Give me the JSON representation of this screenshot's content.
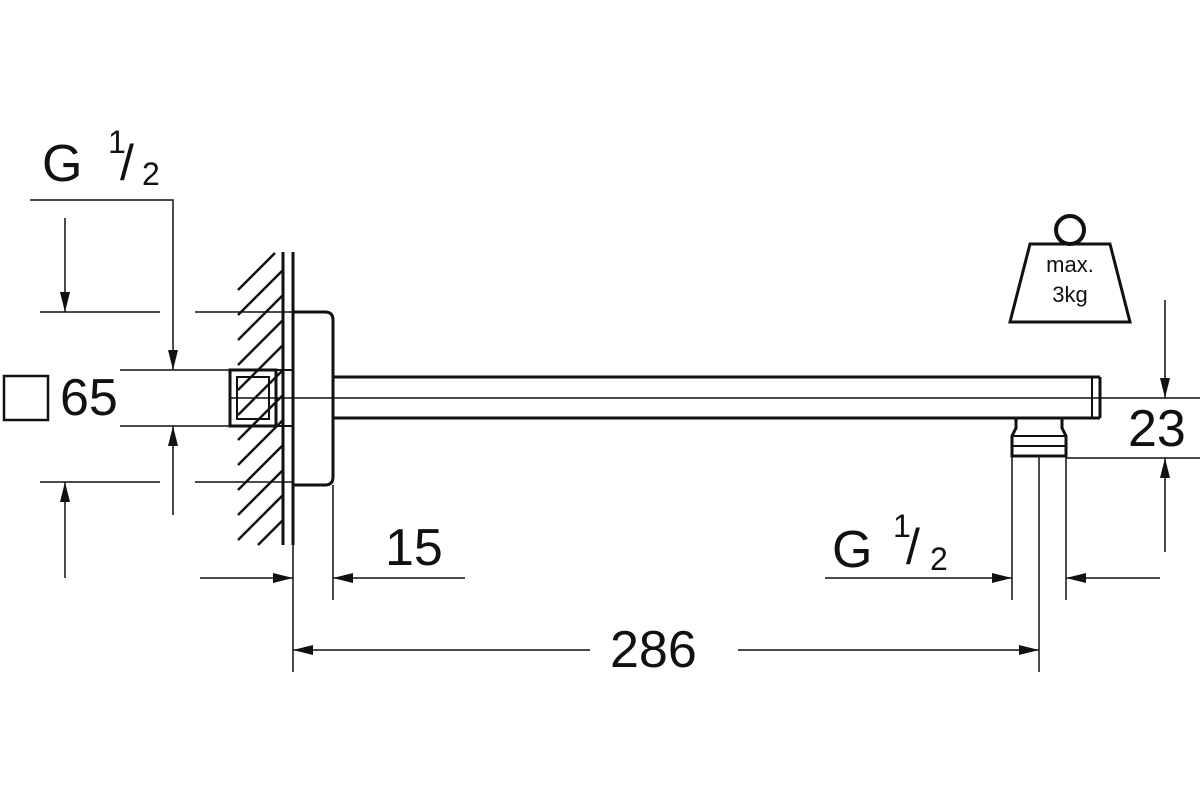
{
  "labels": {
    "thread_top": {
      "letter": "G",
      "numerator": "1",
      "slash": "/",
      "denominator": "2"
    },
    "thread_bottom": {
      "letter": "G",
      "numerator": "1",
      "slash": "/",
      "denominator": "2"
    },
    "square_size": "65",
    "flange_depth": "15",
    "arm_length": "286",
    "outlet_height": "23",
    "weight_line1": "max.",
    "weight_line2": "3kg"
  },
  "colors": {
    "line": "#111111",
    "background": "#ffffff"
  }
}
